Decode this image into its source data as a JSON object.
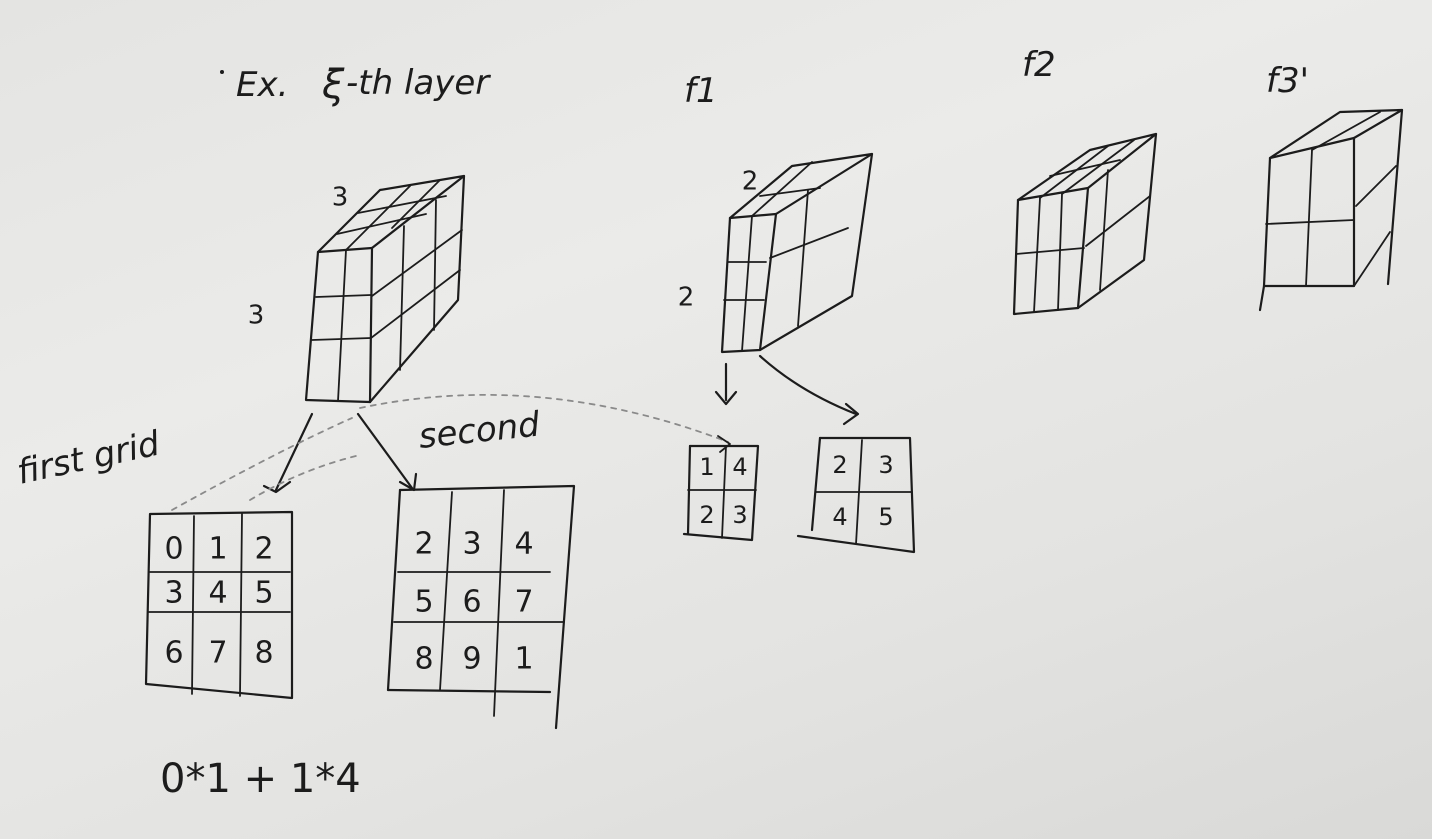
{
  "title": {
    "prefix": "Ex.",
    "layer_symbol": "ξ",
    "layer_text": "-th layer"
  },
  "input_volume": {
    "depth_label": "3",
    "height_label": "3"
  },
  "grid_labels": {
    "first": "first grid",
    "second": "second"
  },
  "first_grid": [
    [
      "0",
      "1",
      "2"
    ],
    [
      "3",
      "4",
      "5"
    ],
    [
      "6",
      "7",
      "8"
    ]
  ],
  "second_grid": [
    [
      "2",
      "3",
      "4"
    ],
    [
      "5",
      "6",
      "7"
    ],
    [
      "8",
      "9",
      "1"
    ]
  ],
  "filters": {
    "f1": "f1",
    "f2": "f2",
    "f3": "f3'"
  },
  "filter_f1": {
    "depth_label": "2",
    "height_label": "2",
    "slice1": [
      [
        "1",
        "4"
      ],
      [
        "2",
        "3"
      ]
    ],
    "slice2": [
      [
        "2",
        "3"
      ],
      [
        "4",
        "5"
      ]
    ]
  },
  "formula": "0*1 + 1*4"
}
